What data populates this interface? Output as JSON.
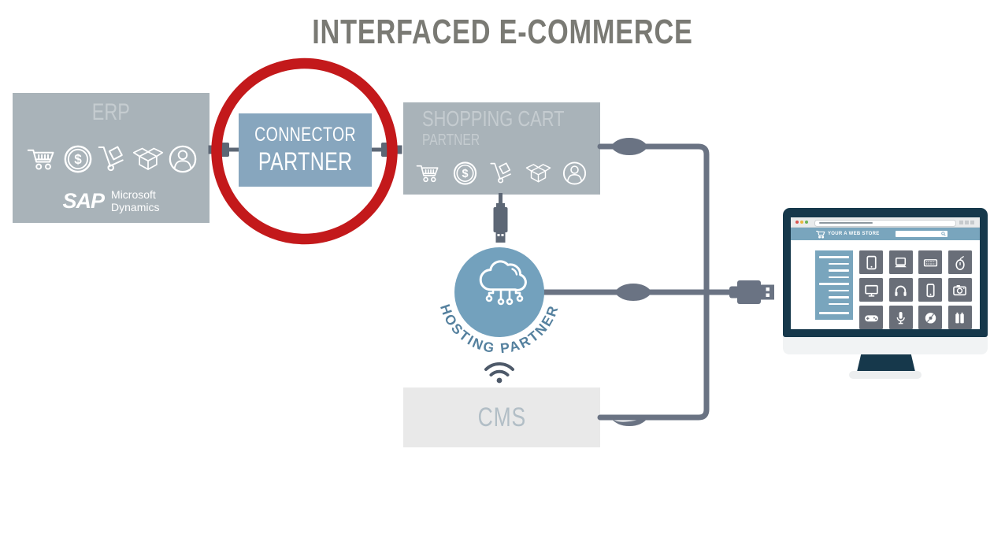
{
  "title": "INTERFACED E-COMMERCE",
  "erp": {
    "label": "ERP",
    "logos": {
      "sap": "SAP",
      "microsoft_line1": "Microsoft",
      "microsoft_line2": "Dynamics"
    },
    "icons": [
      "shopping-cart",
      "dollar-coin",
      "hand-truck",
      "open-box",
      "customer"
    ]
  },
  "connector_partner": {
    "line1": "CONNECTOR",
    "line2": "PARTNER"
  },
  "shopping_cart_partner": {
    "line1": "SHOPPING CART",
    "line2": "PARTNER",
    "icons": [
      "shopping-cart",
      "dollar-coin",
      "hand-truck",
      "open-box",
      "customer"
    ]
  },
  "hosting_partner": {
    "label": "HOSTING PARTNER"
  },
  "cms": {
    "label": "CMS"
  },
  "web_store": {
    "label": "YOUR A WEB STORE",
    "product_icons": [
      "tablet",
      "laptop",
      "keyboard",
      "mouse",
      "monitor",
      "headphones",
      "smartphone",
      "camera",
      "gamepad",
      "microphone",
      "disc",
      "batteries"
    ]
  },
  "colors": {
    "accent_red": "#c3191b",
    "panel_gray": "#a9b3b9",
    "panel_text": "#c5ccd0",
    "connector_blue": "#87a6be",
    "hosting_blue": "#73a1bd",
    "hosting_text": "#54809e",
    "cable_slate": "#6a7383",
    "cms_bg": "#e9e9e9",
    "cms_text": "#b2bec6",
    "monitor_navy": "#16384b",
    "store_blue": "#79a5bd",
    "tile_gray": "#696e78",
    "title_gray": "#7a7a74"
  }
}
